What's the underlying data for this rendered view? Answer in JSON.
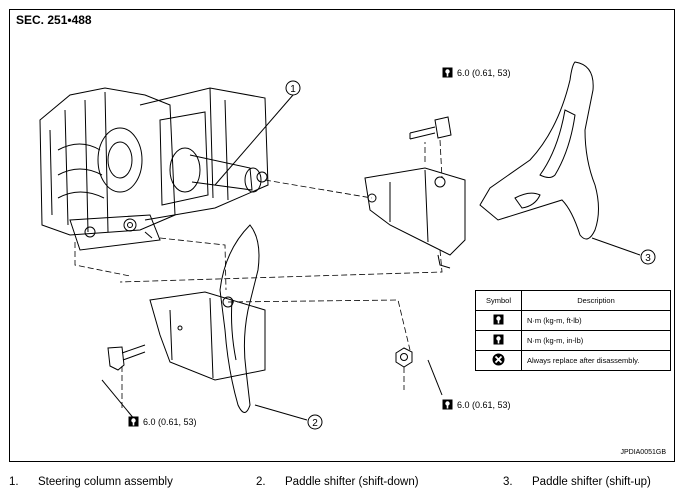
{
  "header": {
    "section": "SEC. 251•488"
  },
  "figure_id": "JPDIA0051GB",
  "callouts": [
    "1",
    "2",
    "3"
  ],
  "torque_labels": {
    "top": "6.0 (0.61, 53)",
    "bottom_left": "6.0 (0.61, 53)",
    "nut_right": "6.0 (0.61, 53)"
  },
  "symbol_table": {
    "header_symbol": "Symbol",
    "header_description": "Description",
    "rows": [
      {
        "icon": "torque-wrench-icon",
        "description": "N·m (kg-m, ft-lb)"
      },
      {
        "icon": "torque-wrench-icon",
        "description": "N·m (kg-m, in-lb)"
      },
      {
        "icon": "replace-part-icon",
        "description": "Always replace after disassembly."
      }
    ]
  },
  "legend": [
    {
      "number": "1.",
      "label": "Steering column assembly"
    },
    {
      "number": "2.",
      "label": "Paddle shifter (shift-down)"
    },
    {
      "number": "3.",
      "label": "Paddle shifter (shift-up)"
    }
  ]
}
